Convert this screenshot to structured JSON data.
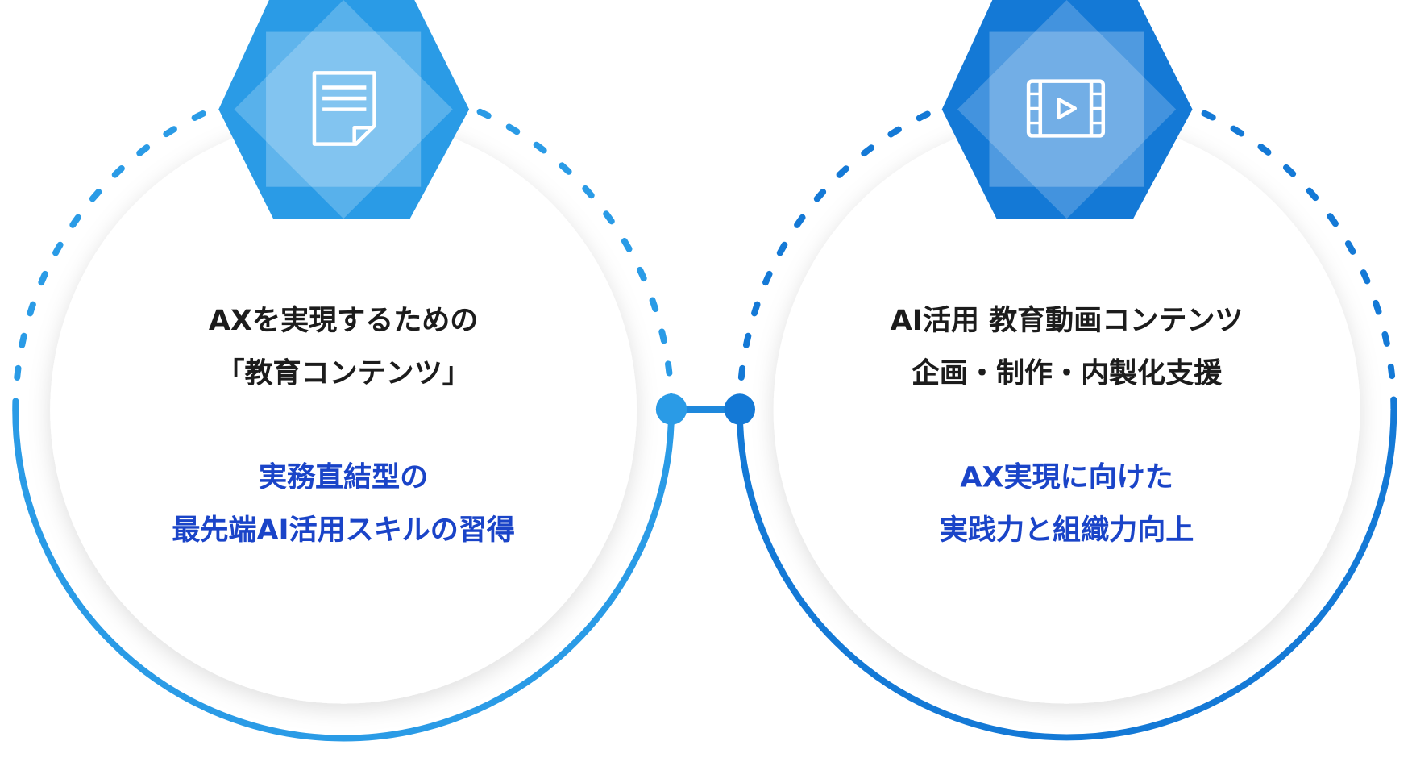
{
  "colors": {
    "left_accent": "#2a9be6",
    "right_accent": "#1479d6",
    "highlight_text": "#1a44c8"
  },
  "left": {
    "icon": "document-icon",
    "title_lines": [
      "AXを実現するための",
      "「教育コンテンツ」"
    ],
    "subtitle_lines": [
      "実務直結型の",
      "最先端AI活用スキルの習得"
    ]
  },
  "right": {
    "icon": "video-icon",
    "title_lines": [
      "AI活用 教育動画コンテンツ",
      "企画・制作・内製化支援"
    ],
    "subtitle_lines": [
      "AX実現に向けた",
      "実践力と組織力向上"
    ]
  }
}
